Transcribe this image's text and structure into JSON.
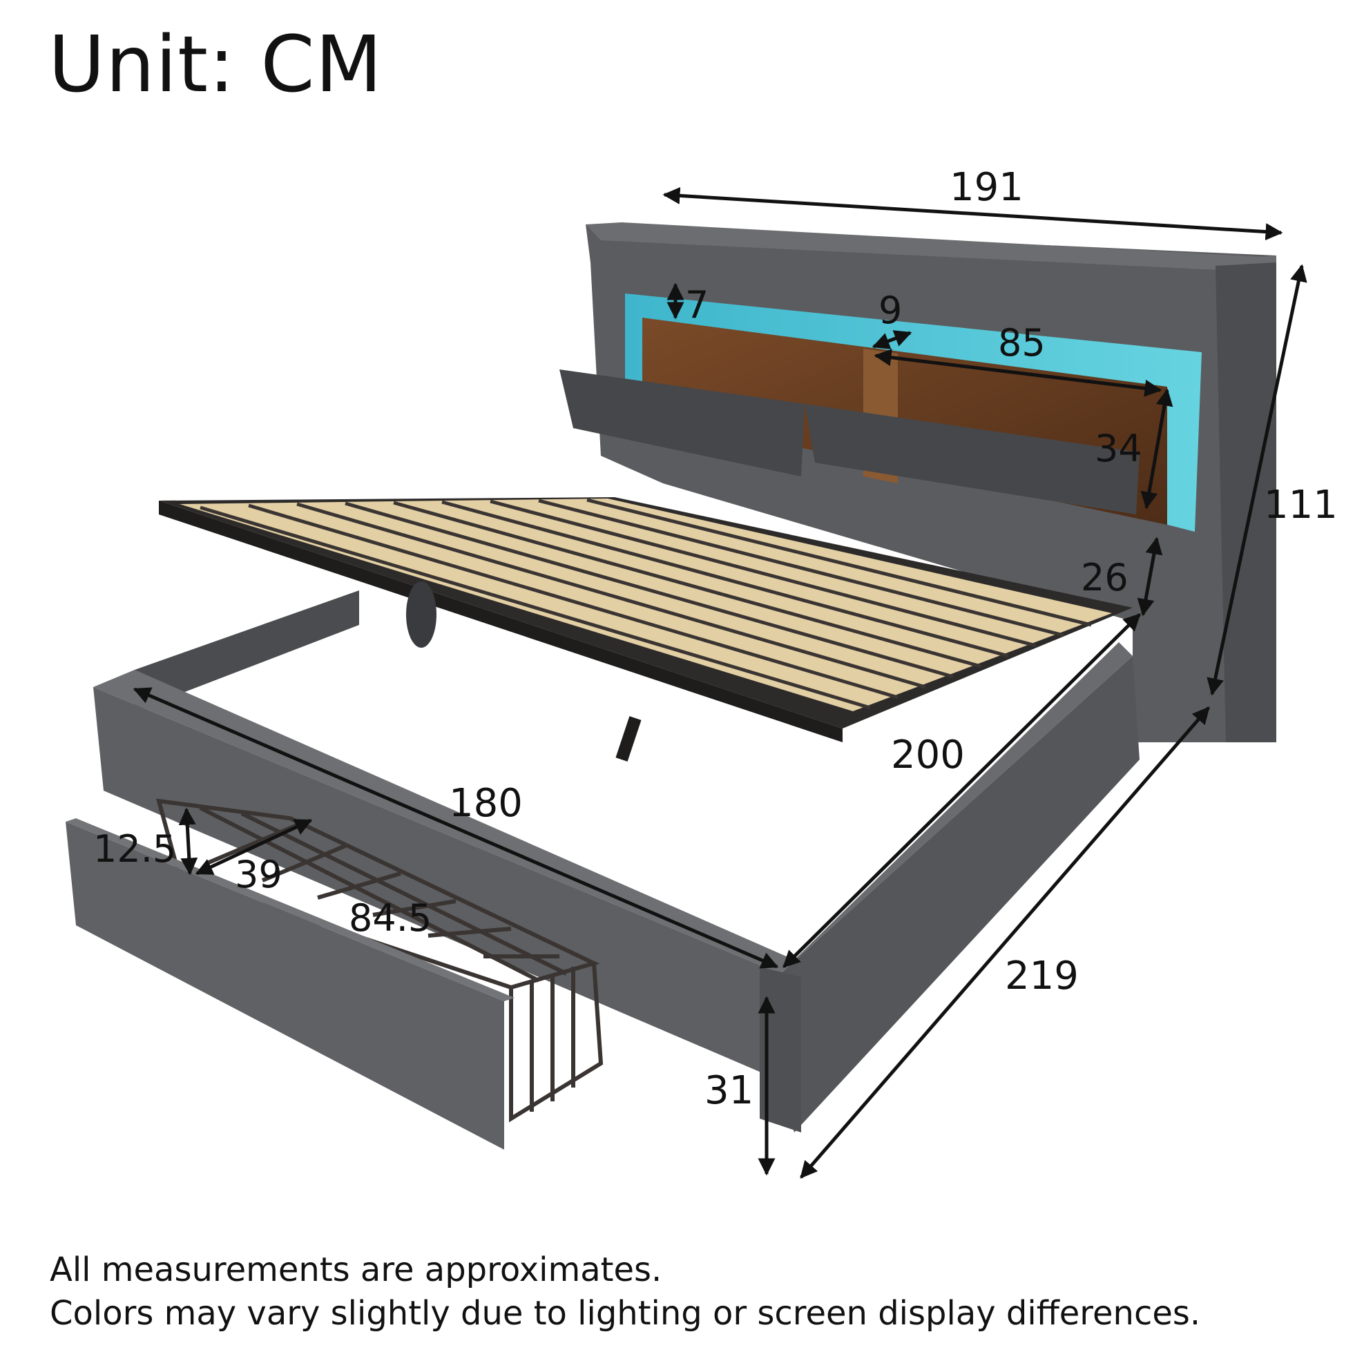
{
  "unit_label": "Unit: CM",
  "dimensions": {
    "headboard_width": "191",
    "overall_height": "111",
    "shelf_light_height": "7",
    "shelf_divider_depth": "9",
    "shelf_compartment_width": "85",
    "shelf_height": "34",
    "headboard_gap_height": "26",
    "inner_length": "200",
    "inner_width": "180",
    "overall_length": "219",
    "side_height": "31",
    "drawer_height": "12.5",
    "drawer_depth": "39",
    "drawer_width": "84.5"
  },
  "notes": [
    "All measurements are approximates.",
    "Colors may vary slightly due to lighting or screen display differences."
  ],
  "colors": {
    "fabric": "#5a5b5e",
    "fabric_dark": "#3e3f42",
    "led": "#4fc3d4",
    "wood": "#6b3f22",
    "slat": "#e3cfa4",
    "metal": "#2d2b2a"
  }
}
